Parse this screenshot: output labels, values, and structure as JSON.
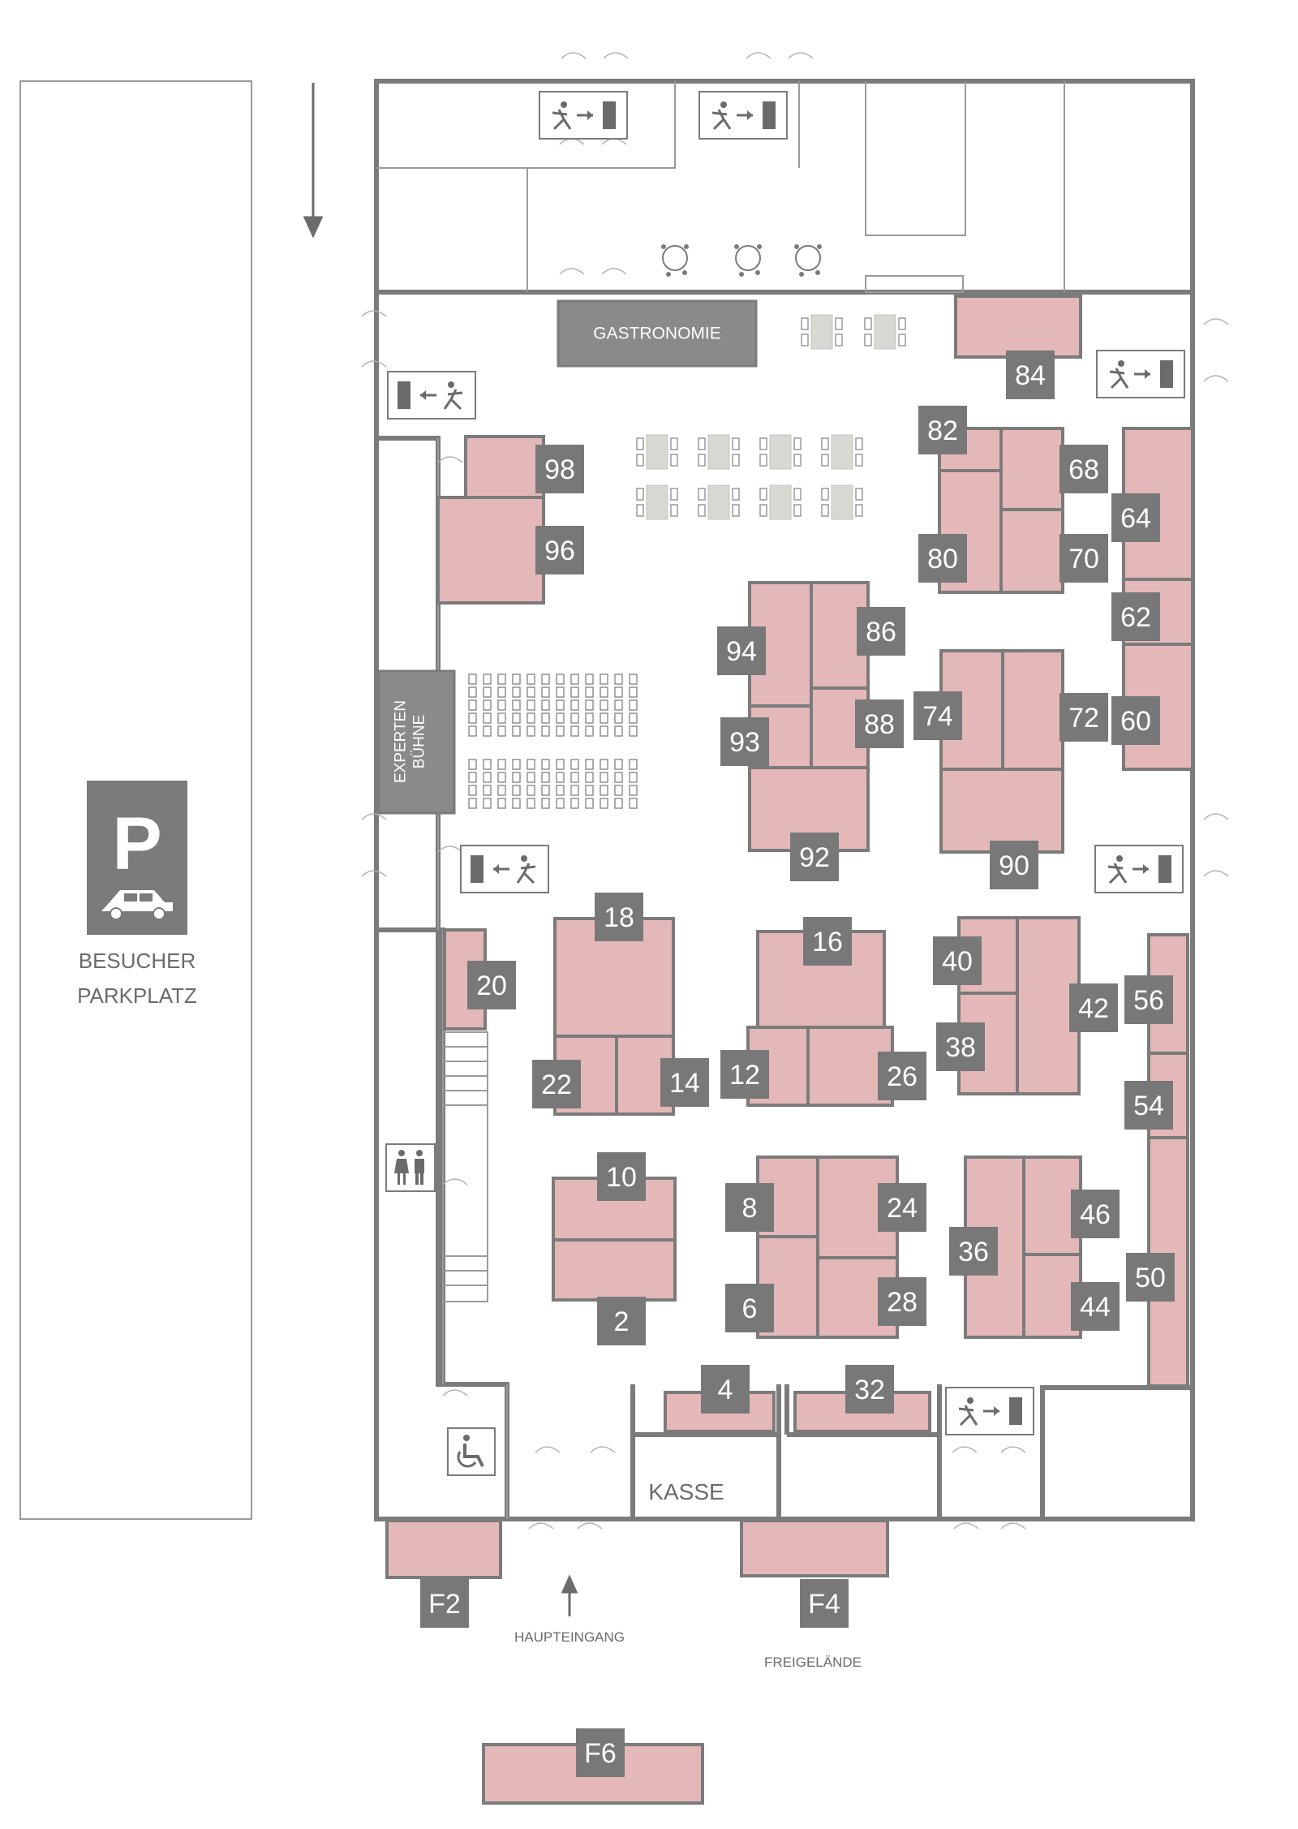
{
  "labels": {
    "parking_line1": "BESUCHER",
    "parking_line2": "PARKPLATZ",
    "parking_symbol": "P",
    "gastronomie": "GASTRONOMIE",
    "stage_line1": "EXPERTEN",
    "stage_line2": "BÜHNE",
    "kasse": "KASSE",
    "haupteingang": "HAUPTEINGANG",
    "freigelaende": "FREIGELÄNDE"
  },
  "booths": [
    {
      "id": "2",
      "label": "2"
    },
    {
      "id": "4",
      "label": "4"
    },
    {
      "id": "6",
      "label": "6"
    },
    {
      "id": "8",
      "label": "8"
    },
    {
      "id": "10",
      "label": "10"
    },
    {
      "id": "12",
      "label": "12"
    },
    {
      "id": "14",
      "label": "14"
    },
    {
      "id": "16",
      "label": "16"
    },
    {
      "id": "18",
      "label": "18"
    },
    {
      "id": "20",
      "label": "20"
    },
    {
      "id": "22",
      "label": "22"
    },
    {
      "id": "24",
      "label": "24"
    },
    {
      "id": "26",
      "label": "26"
    },
    {
      "id": "28",
      "label": "28"
    },
    {
      "id": "32",
      "label": "32"
    },
    {
      "id": "36",
      "label": "36"
    },
    {
      "id": "38",
      "label": "38"
    },
    {
      "id": "40",
      "label": "40"
    },
    {
      "id": "42",
      "label": "42"
    },
    {
      "id": "44",
      "label": "44"
    },
    {
      "id": "46",
      "label": "46"
    },
    {
      "id": "50",
      "label": "50"
    },
    {
      "id": "54",
      "label": "54"
    },
    {
      "id": "56",
      "label": "56"
    },
    {
      "id": "60",
      "label": "60"
    },
    {
      "id": "62",
      "label": "62"
    },
    {
      "id": "64",
      "label": "64"
    },
    {
      "id": "68",
      "label": "68"
    },
    {
      "id": "70",
      "label": "70"
    },
    {
      "id": "72",
      "label": "72"
    },
    {
      "id": "74",
      "label": "74"
    },
    {
      "id": "80",
      "label": "80"
    },
    {
      "id": "82",
      "label": "82"
    },
    {
      "id": "84",
      "label": "84"
    },
    {
      "id": "86",
      "label": "86"
    },
    {
      "id": "88",
      "label": "88"
    },
    {
      "id": "90",
      "label": "90"
    },
    {
      "id": "92",
      "label": "92"
    },
    {
      "id": "93",
      "label": "93"
    },
    {
      "id": "94",
      "label": "94"
    },
    {
      "id": "96",
      "label": "96"
    },
    {
      "id": "98",
      "label": "98"
    },
    {
      "id": "F2",
      "label": "F2"
    },
    {
      "id": "F4",
      "label": "F4"
    },
    {
      "id": "F6",
      "label": "F6"
    }
  ],
  "icons": [
    "parking-sign-icon",
    "car-icon",
    "emergency-exit-icon",
    "restroom-icon",
    "wheelchair-icon",
    "direction-arrow-icon"
  ],
  "colors": {
    "booth": "#e4b8b8",
    "tag": "#787878",
    "wall": "#7b7b7b",
    "block": "#8a8a8a"
  }
}
